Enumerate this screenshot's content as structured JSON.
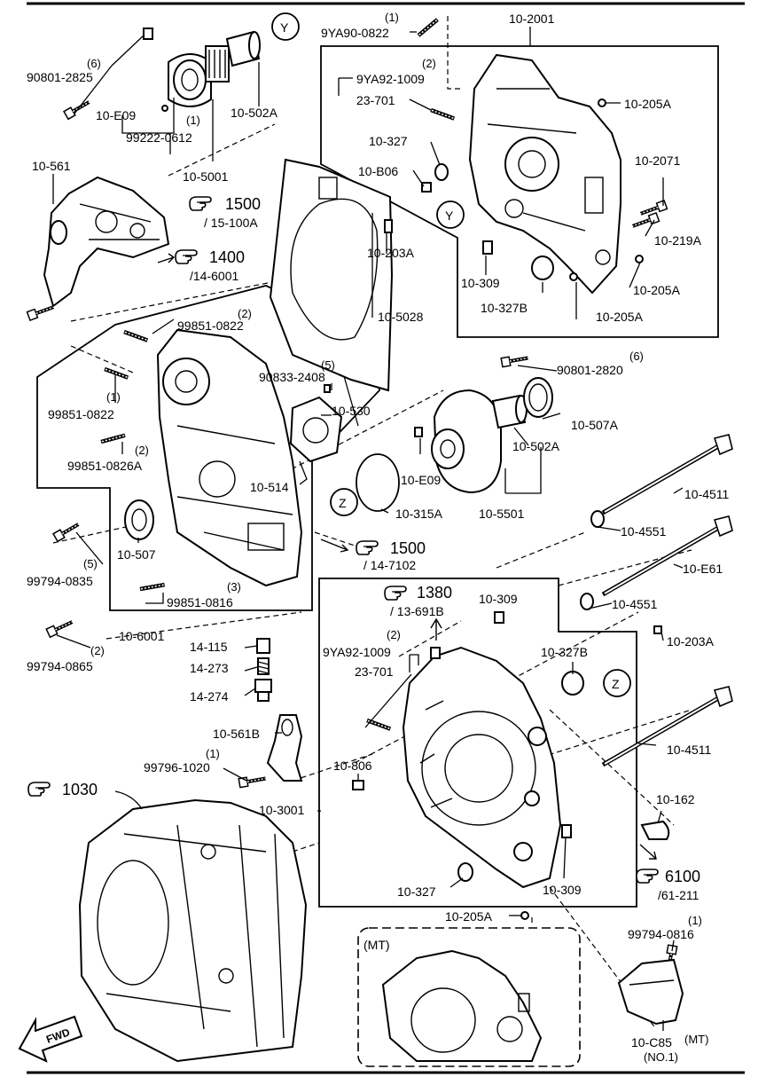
{
  "labels": {
    "l_9ya90_qty": "(1)",
    "l_9ya90": "9YA90-0822",
    "l_10_2001": "10-2001",
    "l_y_top": "Y",
    "l_90801_2825_qty": "(6)",
    "l_90801_2825": "90801-2825",
    "l_10_e09_top": "10-E09",
    "l_99222_qty": "(1)",
    "l_99222": "99222-0612",
    "l_10_502a_top": "10-502A",
    "l_10_5001": "10-5001",
    "l_9ya92_top_qty": "(2)",
    "l_9ya92_top": "9YA92-1009",
    "l_23_701_top": "23-701",
    "l_10_205a_a": "10-205A",
    "l_10_327_top": "10-327",
    "l_10_b06_top": "10-B06",
    "l_10_2071": "10-2071",
    "l_y_mid": "Y",
    "l_10_219a": "10-219A",
    "l_10_561": "10-561",
    "l_ref_1500_a": "1500",
    "l_ref_1500_a_sub": "/ 15-100A",
    "l_ref_1400": "1400",
    "l_ref_1400_sub": "/14-6001",
    "l_10_203a_top": "10-203A",
    "l_10_309_top": "10-309",
    "l_10_205a_b": "10-205A",
    "l_10_327b_top": "10-327B",
    "l_10_205a_c": "10-205A",
    "l_10_5028": "10-5028",
    "l_99851_0822_top_qty": "(2)",
    "l_99851_0822_top": "99851-0822",
    "l_90833_qty": "(5)",
    "l_90833": "90833-2408",
    "l_10_530": "10-530",
    "l_99851_0822_b_qty": "(1)",
    "l_99851_0822_b": "99851-0822",
    "l_99851_0826a_qty": "(2)",
    "l_99851_0826a": "99851-0826A",
    "l_10_514": "10-514",
    "l_90801_2820_qty": "(6)",
    "l_90801_2820": "90801-2820",
    "l_10_507a": "10-507A",
    "l_10_502a_mid": "10-502A",
    "l_10_e09_mid": "10-E09",
    "l_z_mid": "Z",
    "l_10_315a": "10-315A",
    "l_10_5501": "10-5501",
    "l_10_4511_a": "10-4511",
    "l_10_4551_a": "10-4551",
    "l_10_e61": "10-E61",
    "l_99794_0835_qty": "(5)",
    "l_99794_0835": "99794-0835",
    "l_10_507": "10-507",
    "l_ref_1500_b": "1500",
    "l_ref_1500_b_sub": "/ 14-7102",
    "l_ref_1380": "1380",
    "l_ref_1380_sub": "/ 13-691B",
    "l_10_309_mid": "10-309",
    "l_10_4551_b": "10-4551",
    "l_99851_0816_qty": "(3)",
    "l_99851_0816": "99851-0816",
    "l_10_6001": "10-6001",
    "l_10_203a_mid": "10-203A",
    "l_99794_0865_qty": "(2)",
    "l_99794_0865": "99794-0865",
    "l_14_115": "14-115",
    "l_9ya92_mid_qty": "(2)",
    "l_9ya92_mid": "9YA92-1009",
    "l_10_327b_mid": "10-327B",
    "l_14_273": "14-273",
    "l_23_701_mid": "23-701",
    "l_z_low": "Z",
    "l_14_274": "14-274",
    "l_10_4511_b": "10-4511",
    "l_10_561b": "10-561B",
    "l_99796_qty": "(1)",
    "l_99796": "99796-1020",
    "l_10_806": "10-806",
    "l_ref_1030": "1030",
    "l_10_3001": "10-3001",
    "l_10_162": "10-162",
    "l_ref_6100": "6100",
    "l_ref_6100_sub": "/61-211",
    "l_10_327_low": "10-327",
    "l_10_309_low": "10-309",
    "l_10_205a_low": "10-205A",
    "l_mt": "(MT)",
    "l_99794_0816_qty": "(1)",
    "l_99794_0816": "99794-0816",
    "l_fwd": "FWD",
    "l_10_c85": "10-C85",
    "l_10_c85_mt": "(MT)",
    "l_10_c85_no": "(NO.1)"
  }
}
